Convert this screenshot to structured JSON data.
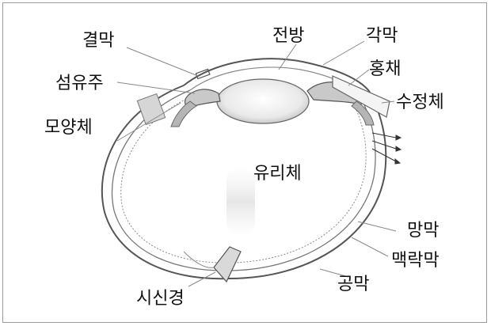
{
  "labels": {
    "conjunctiva": "결막",
    "zonule": "섬유주",
    "ciliary_body": "모양체",
    "anterior_chamber": "전방",
    "cornea": "각막",
    "iris": "홍채",
    "lens": "수정체",
    "vitreous": "유리체",
    "retina": "망막",
    "choroid": "맥락막",
    "sclera": "공막",
    "optic_nerve": "시신경"
  },
  "colors": {
    "ink": "#111111",
    "outline": "#555555",
    "leader": "#888888",
    "frame": "#9a9a9a"
  }
}
